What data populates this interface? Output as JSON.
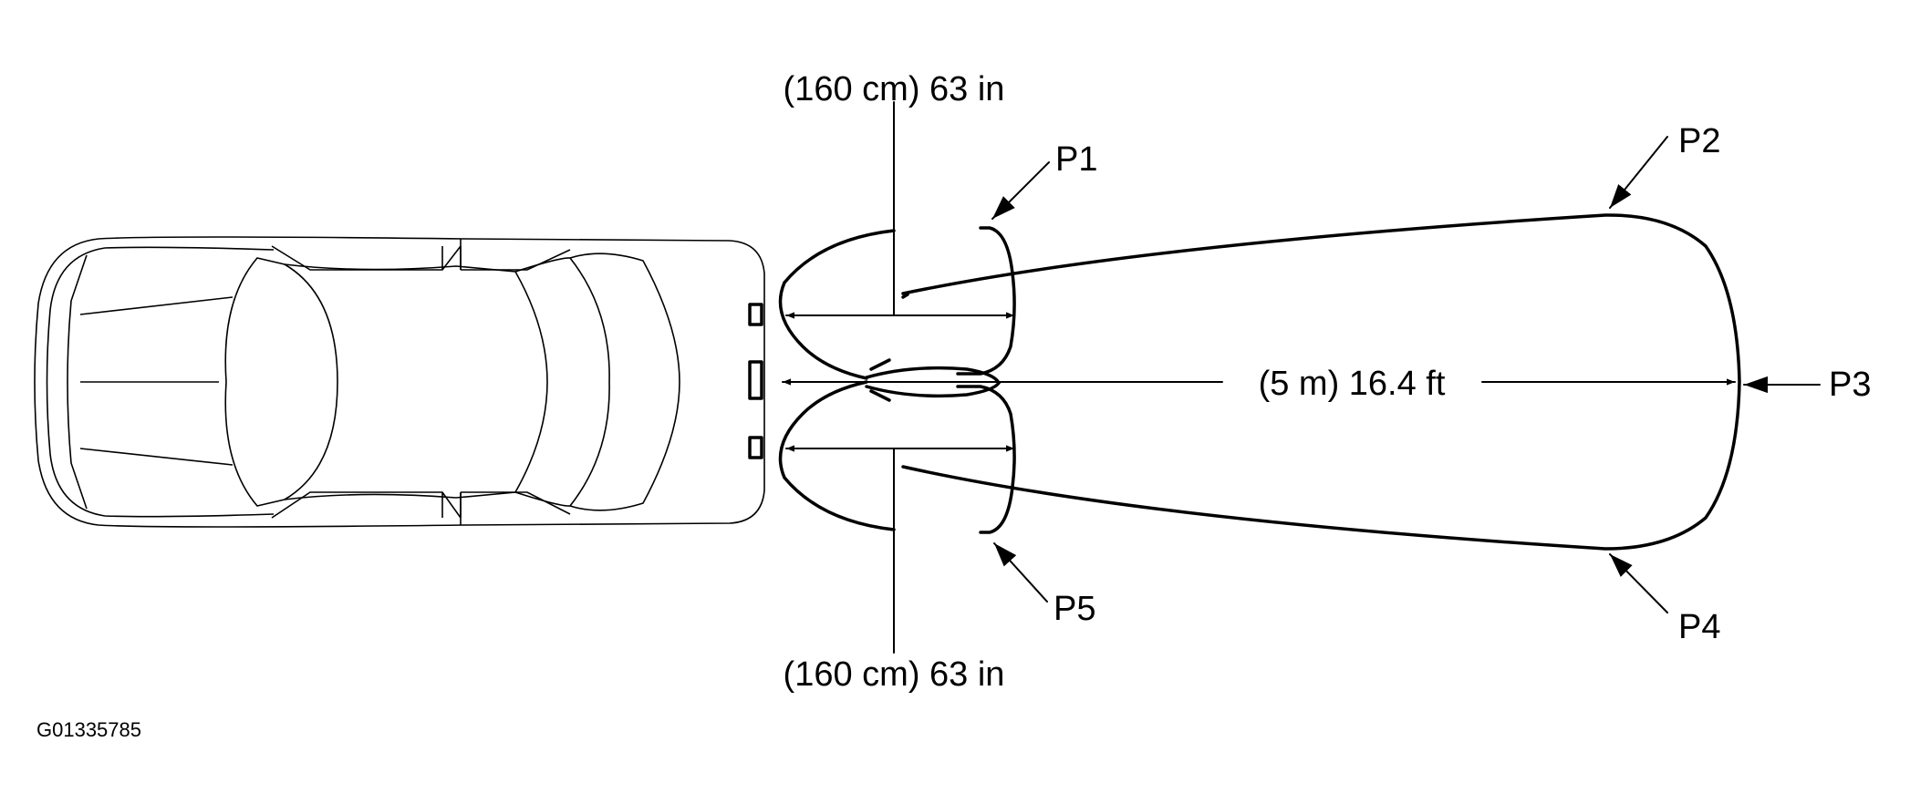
{
  "labels": {
    "top_dimension": "(160 cm) 63 in",
    "bottom_dimension": "(160 cm) 63 in",
    "length_dimension": "(5 m) 16.4 ft",
    "p1": "P1",
    "p2": "P2",
    "p3": "P3",
    "p4": "P4",
    "p5": "P5",
    "figure_code": "G01335785"
  }
}
